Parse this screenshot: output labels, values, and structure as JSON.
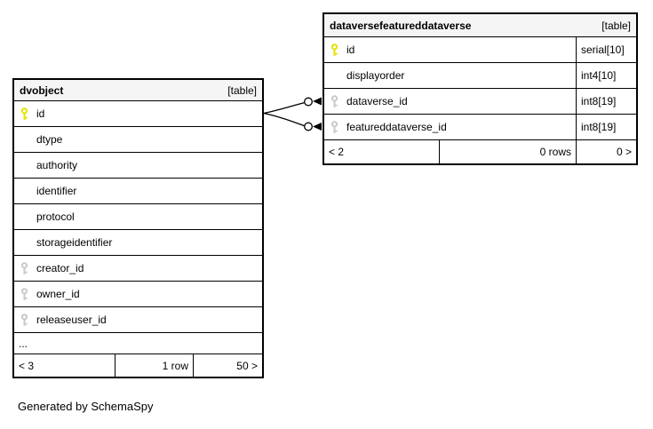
{
  "page": {
    "generated_by": "Generated by SchemaSpy"
  },
  "colors": {
    "primary_key_icon": "#e3e300",
    "foreign_key_icon": "#c9c9c9",
    "table_header_bg": "#f5f5f5",
    "border": "#000000",
    "background": "#ffffff"
  },
  "tables": [
    {
      "name": "dvobject",
      "badge": "[table]",
      "columns": [
        {
          "name": "id"
        },
        {
          "name": "dtype"
        },
        {
          "name": "authority"
        },
        {
          "name": "identifier"
        },
        {
          "name": "protocol"
        },
        {
          "name": "storageidentifier"
        },
        {
          "name": "creator_id"
        },
        {
          "name": "owner_id"
        },
        {
          "name": "releaseuser_id"
        }
      ],
      "truncation_indicator": "...",
      "footer": {
        "left": "< 3",
        "center": "1 row",
        "right": "50 >"
      }
    },
    {
      "name": "dataversefeatureddataverse",
      "badge": "[table]",
      "columns": [
        {
          "name": "id",
          "type": "serial[10]"
        },
        {
          "name": "displayorder",
          "type": "int4[10]"
        },
        {
          "name": "dataverse_id",
          "type": "int8[19]"
        },
        {
          "name": "featureddataverse_id",
          "type": "int8[19]"
        }
      ],
      "footer": {
        "left": "< 2",
        "center": "0 rows",
        "right": "0 >"
      }
    }
  ],
  "relationships": [
    {
      "from": "dvobject.id",
      "to": "dataversefeatureddataverse.dataverse_id"
    },
    {
      "from": "dvobject.id",
      "to": "dataversefeatureddataverse.featureddataverse_id"
    }
  ]
}
